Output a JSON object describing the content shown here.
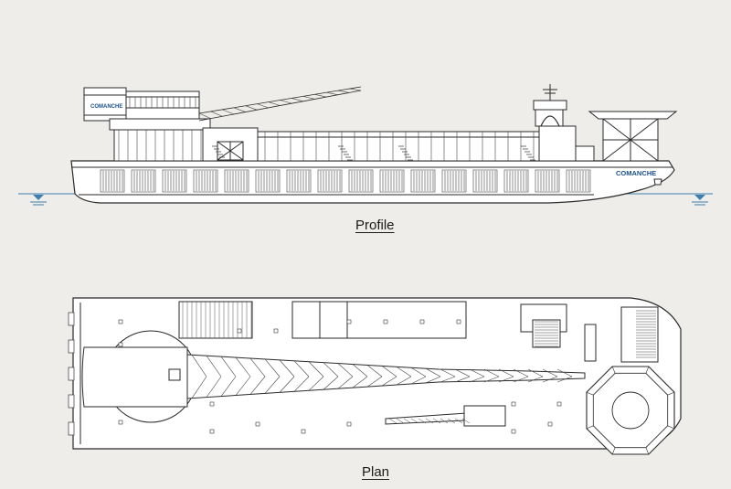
{
  "profile_view": {
    "caption": "Profile",
    "vessel_name_crane_house": "COMANCHE",
    "vessel_name_bow": "COMANCHE"
  },
  "plan_view": {
    "caption": "Plan"
  },
  "colors": {
    "background": "#efedea",
    "line": "#2a2a2a",
    "hull_fill": "#ffffff",
    "name_text": "#1b4f8c",
    "water": "#3f7fae"
  }
}
